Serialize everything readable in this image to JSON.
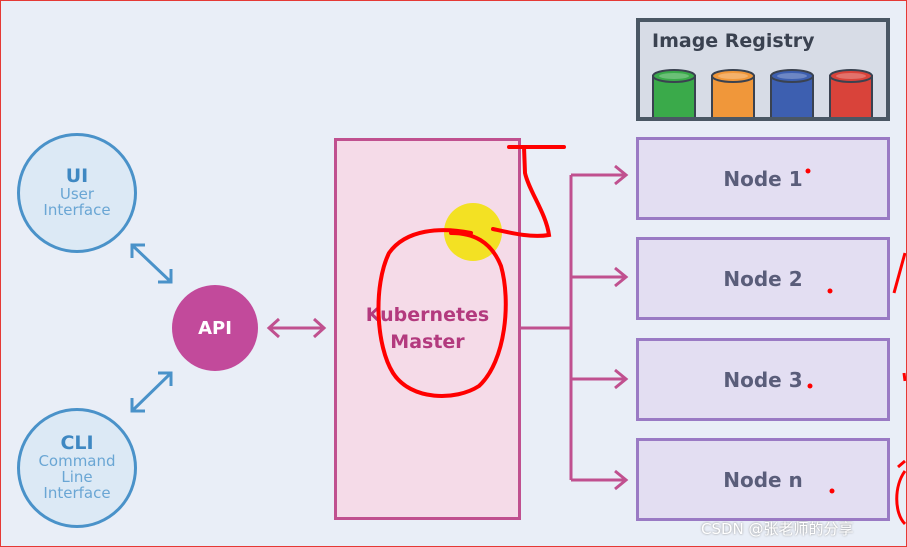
{
  "ui_circle": {
    "title": "UI",
    "line1": "User",
    "line2": "Interface"
  },
  "cli_circle": {
    "title": "CLI",
    "line1": "Command",
    "line2": "Line",
    "line3": "Interface"
  },
  "api": {
    "label": "API"
  },
  "master": {
    "line1": "Kubernetes",
    "line2": "Master"
  },
  "registry": {
    "title": "Image Registry",
    "cylinder_colors": [
      "#3aaa4a",
      "#f0973a",
      "#3d5fb0",
      "#d9433a"
    ]
  },
  "nodes": [
    {
      "label": "Node 1"
    },
    {
      "label": "Node 2"
    },
    {
      "label": "Node 3"
    },
    {
      "label": "Node n"
    }
  ],
  "watermark": {
    "text": "CSDN @张老师的分享"
  },
  "colors": {
    "arrow": "#c0508f",
    "client": "#4a92c9",
    "annotation": "#ff0000",
    "highlight": "#f2e200"
  }
}
